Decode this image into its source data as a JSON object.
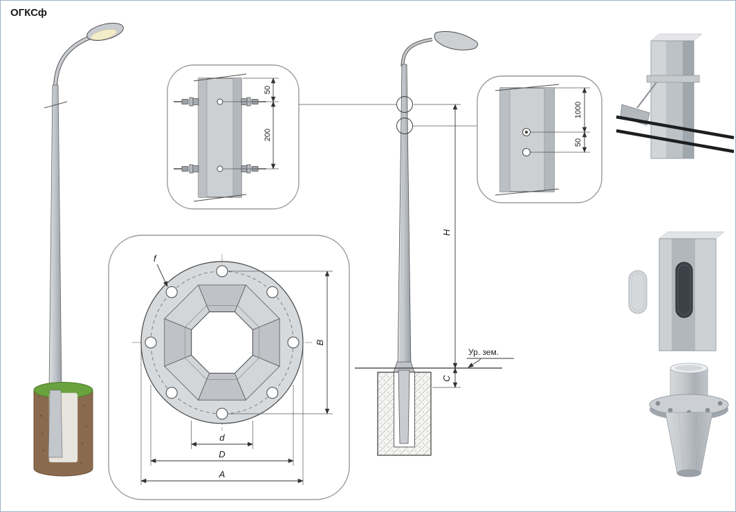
{
  "title": "ОГКСф",
  "colors": {
    "grass": "#69a23e",
    "soil": "#8a6a4e",
    "cable": "#1c1e20"
  },
  "clamp_detail": {
    "dim_top": "50",
    "dim_spacing": "200"
  },
  "flange_view": {
    "hole_label": "f",
    "dim_height": "B",
    "dim_inner": "d",
    "dim_bolt_circle": "D",
    "dim_outer": "A"
  },
  "elevation": {
    "dim_height": "H",
    "dim_base": "C",
    "ground_label": "Ур. зем."
  },
  "hole_detail": {
    "dim_offset": "1000",
    "dim_spacing": "50"
  }
}
